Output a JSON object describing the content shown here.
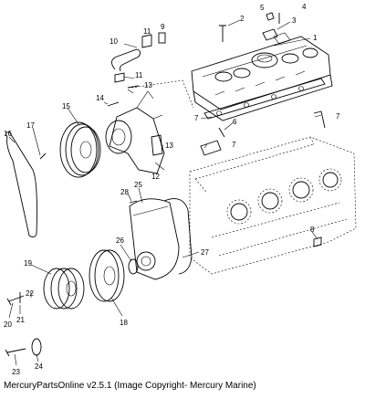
{
  "diagram": {
    "caption": "MercuryPartsOnline v2.5.1 (Image Copyright- Mercury Marine)",
    "callouts": [
      "1",
      "2",
      "3",
      "4",
      "5",
      "6",
      "7",
      "7",
      "7",
      "8",
      "9",
      "10",
      "11",
      "11",
      "12",
      "13",
      "13",
      "14",
      "15",
      "16",
      "17",
      "18",
      "19",
      "20",
      "21",
      "22",
      "23",
      "24",
      "25",
      "26",
      "27",
      "28"
    ]
  }
}
